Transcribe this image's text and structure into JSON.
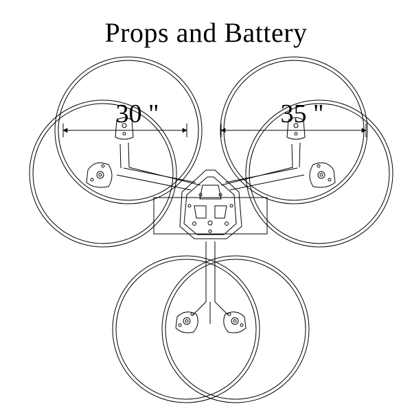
{
  "title": "Props and Battery",
  "dimensions": {
    "left": "30 \"",
    "right": "35 \""
  },
  "colors": {
    "line": "#000000",
    "background": "#ffffff"
  }
}
